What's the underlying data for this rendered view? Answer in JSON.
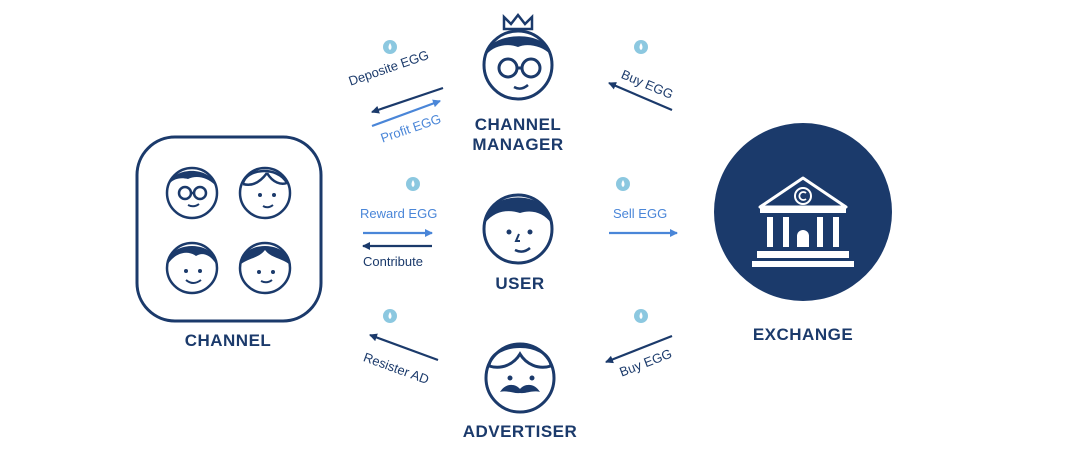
{
  "nodes": {
    "channel": "CHANNEL",
    "channel_manager_line1": "CHANNEL",
    "channel_manager_line2": "MANAGER",
    "user": "USER",
    "advertiser": "ADVERTISER",
    "exchange": "EXCHANGE"
  },
  "edges": {
    "deposite_egg": "Deposite EGG",
    "profit_egg": "Profit EGG",
    "buy_egg_top": "Buy EGG",
    "reward_egg": "Reward EGG",
    "contribute": "Contribute",
    "sell_egg": "Sell EGG",
    "register_ad": "Resister AD",
    "buy_egg_bottom": "Buy EGG"
  },
  "colors": {
    "navy": "#1b3a6b",
    "light_blue": "#4a86d8",
    "drop": "#8cc8e0"
  },
  "icons": [
    "face-glasses-icon",
    "face-crown-icon",
    "face-mustache-icon",
    "bank-copyright-icon",
    "egg-drop-icon",
    "arrow-icon"
  ]
}
